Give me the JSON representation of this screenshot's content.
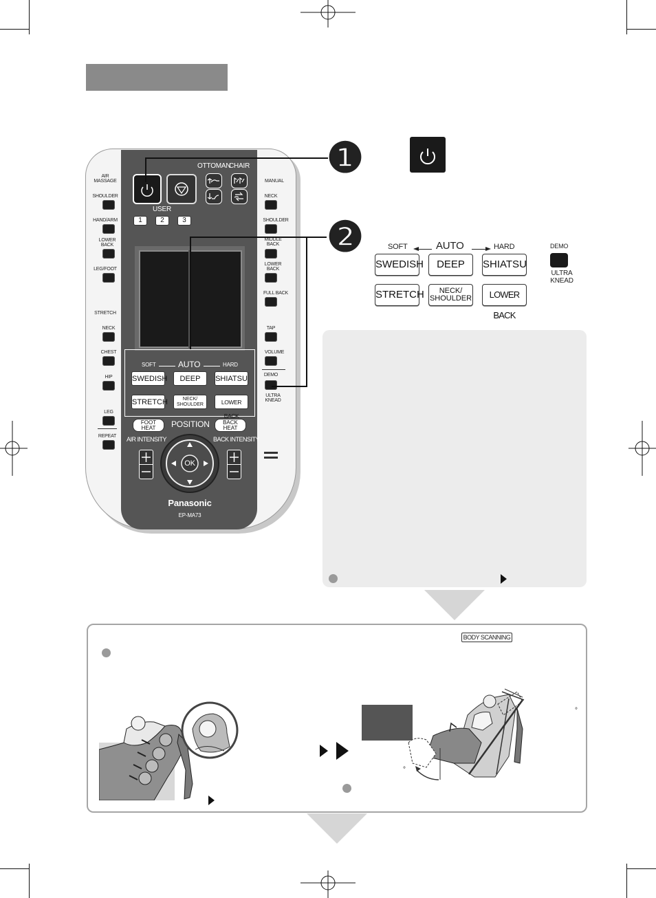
{
  "remote": {
    "top_labels": {
      "ottoman": "OTTOMAN",
      "chair": "CHAIR",
      "user": "USER"
    },
    "user_buttons": [
      "1",
      "2",
      "3"
    ],
    "left_labels": [
      {
        "text": "AIR\nMASSAGE"
      },
      {
        "text": "SHOULDER"
      },
      {
        "text": "HAND/ARM"
      },
      {
        "text": "LOWER\nBACK"
      },
      {
        "text": "LEG/FOOT"
      },
      {
        "text": "STRETCH"
      },
      {
        "text": "NECK"
      },
      {
        "text": "CHEST"
      },
      {
        "text": "HIP"
      },
      {
        "text": "LEG"
      },
      {
        "text": "REPEAT"
      }
    ],
    "right_labels": [
      {
        "text": "MANUAL"
      },
      {
        "text": "NECK"
      },
      {
        "text": "SHOULDER"
      },
      {
        "text": "MIDDLE\nBACK"
      },
      {
        "text": "LOWER\nBACK"
      },
      {
        "text": "FULL BACK"
      },
      {
        "text": "TAP"
      },
      {
        "text": "VOLUME"
      },
      {
        "text": "DEMO"
      },
      {
        "text": "ULTRA\nKNEAD"
      }
    ],
    "auto": {
      "soft": "SOFT",
      "auto": "AUTO",
      "hard": "HARD"
    },
    "auto_buttons": [
      "SWEDISH",
      "DEEP",
      "SHIATSU",
      "STRETCH",
      "NECK/\nSHOULDER",
      "LOWER BACK"
    ],
    "foot_heat": "FOOT\nHEAT",
    "position": "POSITION",
    "back_heat": "BACK\nHEAT",
    "air_intensity": "AIR INTENSITY",
    "back_intensity": "BACK INTENSITY",
    "ok": "OK",
    "brand": "Panasonic",
    "model": "EP-MA73"
  },
  "steps": {
    "one": "❶",
    "two": "❷"
  },
  "enlarged": {
    "soft": "SOFT",
    "auto": "AUTO",
    "hard": "HARD",
    "demo": "DEMO",
    "ultra_knead": "ULTRA\nKNEAD",
    "buttons": [
      "SWEDISH",
      "DEEP",
      "SHIATSU",
      "STRETCH",
      "NECK/\nSHOULDER",
      "LOWER BACK"
    ]
  },
  "body_scanning": "BODY SCANNING",
  "degree_marks": [
    "°",
    "°"
  ],
  "colors": {
    "title_bar": "#8a8a8a",
    "panel_gray": "#ececec",
    "remote_center": "#555555"
  }
}
